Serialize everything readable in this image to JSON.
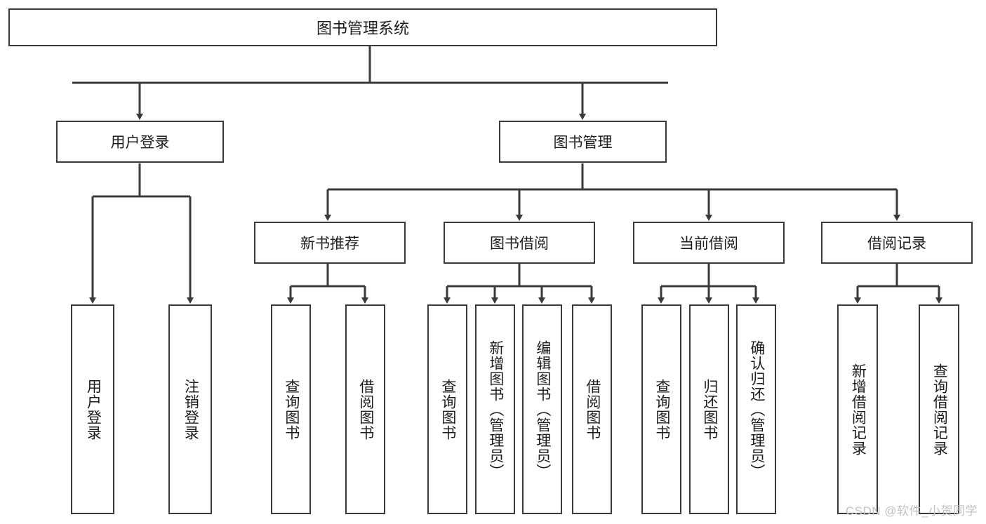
{
  "diagram": {
    "title": "图书管理系统",
    "type": "tree",
    "colors": {
      "stroke": "#3a3a3a",
      "fill": "#ffffff",
      "text": "#1d1d1d",
      "watermark": "#c2c2c2"
    },
    "root": {
      "label": "图书管理系统"
    },
    "level1": [
      {
        "label": "用户登录"
      },
      {
        "label": "图书管理"
      }
    ],
    "level2": [
      {
        "label": "新书推荐"
      },
      {
        "label": "图书借阅"
      },
      {
        "label": "当前借阅"
      },
      {
        "label": "借阅记录"
      }
    ],
    "leaves": {
      "user_login": [
        {
          "label": "用户登录"
        },
        {
          "label": "注销登录"
        }
      ],
      "new_book": [
        {
          "label": "查询图书"
        },
        {
          "label": "借阅图书"
        }
      ],
      "book_borrow": [
        {
          "label": "查询图书"
        },
        {
          "label": "新增图书（管理员）"
        },
        {
          "label": "编辑图书（管理员）"
        },
        {
          "label": "借阅图书"
        }
      ],
      "current_borrow": [
        {
          "label": "查询图书"
        },
        {
          "label": "归还图书"
        },
        {
          "label": "确认归还（管理员）"
        }
      ],
      "borrow_record": [
        {
          "label": "新增借阅记录"
        },
        {
          "label": "查询借阅记录"
        }
      ]
    }
  },
  "watermark": {
    "text": "CSDN @软件_小贺同学"
  }
}
